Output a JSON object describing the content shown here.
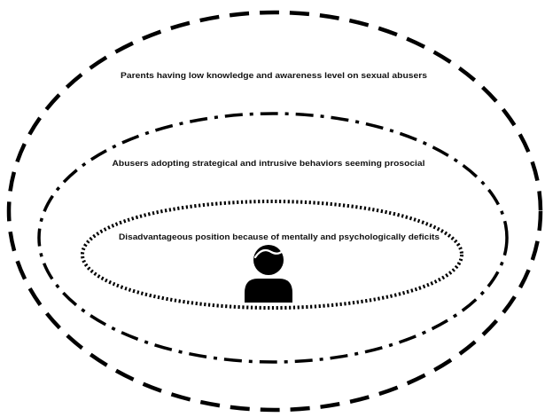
{
  "diagram": {
    "outer_layer": {
      "label": "Parents having low knowledge and awareness level on sexual abusers",
      "border_style": "dashed"
    },
    "middle_layer": {
      "label": "Abusers adopting strategical and intrusive behaviors seeming prosocial",
      "border_style": "dash-dot"
    },
    "inner_layer": {
      "label": "Disadvantageous position because of mentally and psychologically deficits",
      "border_style": "dotted"
    },
    "center_icon": "person-icon",
    "colors": {
      "stroke": "#000000",
      "icon": "#000000",
      "background": "#ffffff"
    }
  }
}
